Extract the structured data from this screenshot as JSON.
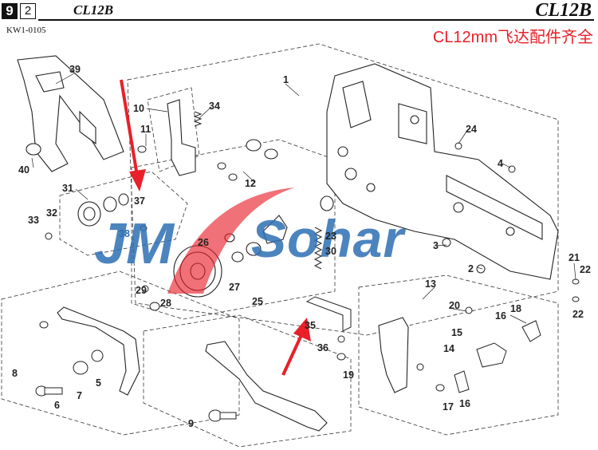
{
  "header": {
    "page_number": "9",
    "sub_page": "2",
    "model_left": "CL12B",
    "model_right": "CL12B",
    "catalog_code": "KW1-0105",
    "promo_text": "CL12mm飞达配件齐全"
  },
  "watermark": {
    "prefix": "JM",
    "name": "Sohar"
  },
  "callouts": [
    "1",
    "3",
    "2",
    "4",
    "5",
    "6",
    "7",
    "8",
    "9",
    "10",
    "11",
    "12",
    "13",
    "14",
    "15",
    "16",
    "16",
    "17",
    "18",
    "19",
    "20",
    "21",
    "22",
    "22",
    "23",
    "24",
    "25",
    "26",
    "27",
    "28",
    "29",
    "30",
    "31",
    "32",
    "33",
    "34",
    "35",
    "36",
    "37",
    "38",
    "39",
    "40"
  ],
  "colors": {
    "accent": "#e8202a",
    "watermark_blue": "#2d6fb3",
    "ink": "#222222"
  }
}
